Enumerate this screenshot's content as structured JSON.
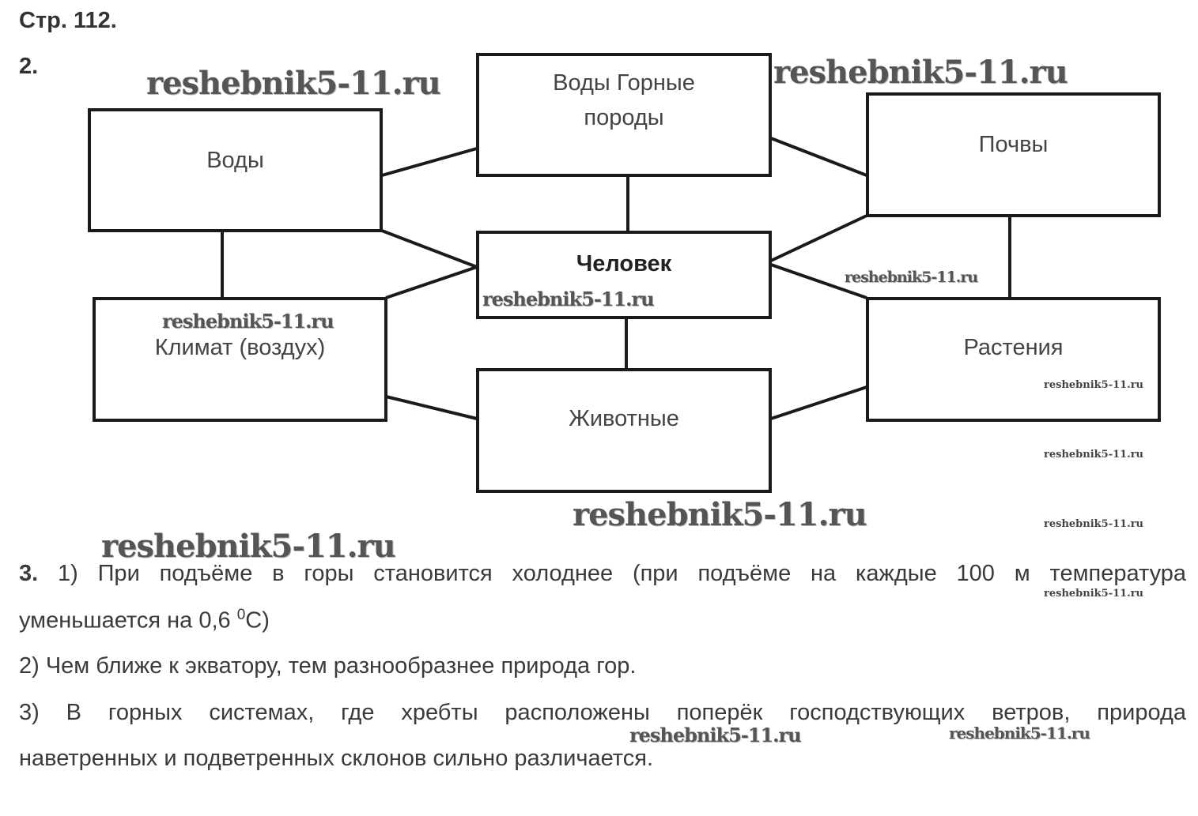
{
  "page_header": "Стр. 112.",
  "task2_number": "2.",
  "diagram": {
    "center": "Человек",
    "nodes": {
      "rocks": "Воды Горные породы",
      "waters": "Воды",
      "soils": "Почвы",
      "climate": "Климат (воздух)",
      "plants": "Растения",
      "animals": "Животные"
    }
  },
  "task3": {
    "number": "3.",
    "line1": "1) При подъёме в горы становится холоднее (при подъёме на каждые 100 м температура",
    "line2_text": "уменьшается на 0,6 ",
    "line2_sup": "0",
    "line2_end": "С)",
    "line3": "2) Чем ближе к экватору, тем разнообразнее природа гор.",
    "line4": "3) В горных системах, где хребты расположены поперёк господствующих ветров, природа",
    "line5": "наветренных и подветренных склонов сильно различается."
  },
  "watermark": "reshebnik5-11.ru"
}
